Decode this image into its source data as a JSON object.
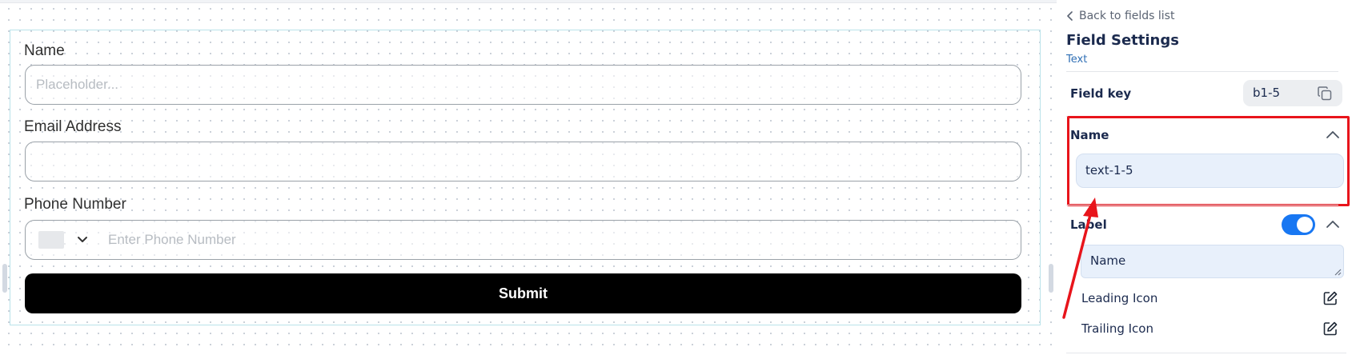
{
  "canvas": {
    "fields": [
      {
        "label": "Name",
        "placeholder": "Placeholder..."
      },
      {
        "label": "Email Address",
        "placeholder": ""
      },
      {
        "label": "Phone Number",
        "placeholder": "Enter Phone Number"
      }
    ],
    "submit_label": "Submit"
  },
  "panel": {
    "back_link": "Back to fields list",
    "title": "Field Settings",
    "subtitle": "Text",
    "field_key": {
      "label": "Field key",
      "value": "b1-5"
    },
    "name_section": {
      "label": "Name",
      "value": "text-1-5"
    },
    "label_section": {
      "label": "Label",
      "enabled": true,
      "value": "Name"
    },
    "leading_icon_label": "Leading Icon",
    "trailing_icon_label": "Trailing Icon"
  },
  "colors": {
    "accent": "#1877f2",
    "highlight": "#e8141b",
    "submit_bg": "#000000",
    "input_fill": "#e8f0fb",
    "title_text": "#1b2a4e"
  },
  "icons": [
    "chevron-left-icon",
    "chevron-down-icon",
    "copy-icon",
    "chevron-up-icon",
    "edit-icon",
    "resize-grip-icon"
  ]
}
